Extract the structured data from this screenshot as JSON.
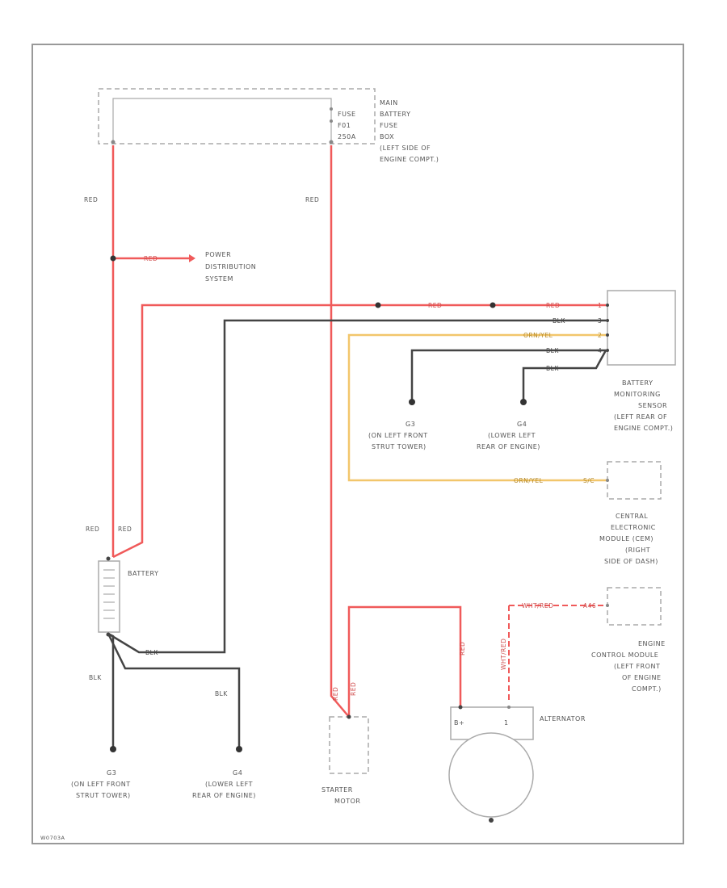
{
  "fuse_box": {
    "lines": [
      "MAIN",
      "BATTERY",
      "FUSE",
      "BOX",
      "(LEFT SIDE OF",
      "ENGINE COMPT.)"
    ],
    "fuse_lines": [
      "FUSE",
      "F01",
      "250A"
    ]
  },
  "power_dist": {
    "lines": [
      "POWER",
      "DISTRIBUTION",
      "SYSTEM"
    ]
  },
  "battery": {
    "label": "BATTERY"
  },
  "bms": {
    "lines": [
      "BATTERY",
      "MONITORING",
      "SENSOR",
      "(LEFT REAR OF",
      "ENGINE COMPT.)"
    ]
  },
  "g3_upper": {
    "lines": [
      "G3",
      "(ON LEFT FRONT",
      "STRUT TOWER)"
    ]
  },
  "g4_upper": {
    "lines": [
      "G4",
      "(LOWER LEFT",
      "REAR OF ENGINE)"
    ]
  },
  "g3_lower": {
    "lines": [
      "G3",
      "(ON LEFT FRONT",
      "STRUT TOWER)"
    ]
  },
  "g4_lower": {
    "lines": [
      "G4",
      "(LOWER LEFT",
      "REAR OF ENGINE)"
    ]
  },
  "cem": {
    "lines": [
      "CENTRAL",
      "ELECTRONIC",
      "MODULE (CEM)",
      "(RIGHT",
      "SIDE OF DASH)"
    ]
  },
  "ecm": {
    "lines": [
      "ENGINE",
      "CONTROL MODULE",
      "(LEFT FRONT",
      "OF ENGINE",
      "COMPT.)"
    ]
  },
  "starter": {
    "lines": [
      "STARTER",
      "MOTOR"
    ]
  },
  "alternator": {
    "label": "ALTERNATOR",
    "terminal_b": "B+",
    "terminal_1": "1"
  },
  "wire_labels": {
    "red_left": "RED",
    "red_mid": "RED",
    "red_pds": "RED",
    "red_top1": "RED",
    "red_top2": "RED",
    "red_bat1": "RED",
    "red_bat2": "RED",
    "red_starter1": "RED",
    "red_starter2": "RED",
    "red_alt": "RED",
    "blk_bms1": "BLK",
    "blk_bms2": "BLK",
    "blk_bms3": "BLK",
    "blk_bat": "BLK",
    "blk_gnd1": "BLK",
    "blk_gnd2": "BLK",
    "orn_yel1": "ORN/YEL",
    "orn_yel2": "ORN/YEL",
    "wht_red1": "WHT/RED",
    "wht_red2": "WHT/RED"
  },
  "pins": {
    "bms_1": "1",
    "bms_3": "3",
    "bms_2": "2",
    "bms_4": "4",
    "cem_pin": "S/C",
    "ecm_pin": "A46"
  },
  "figure_code": "W0703A",
  "colors": {
    "red_wire": "#f05a5a",
    "yellow_wire": "#f2c66b",
    "black_wire": "#444444",
    "frame": "#888888"
  }
}
